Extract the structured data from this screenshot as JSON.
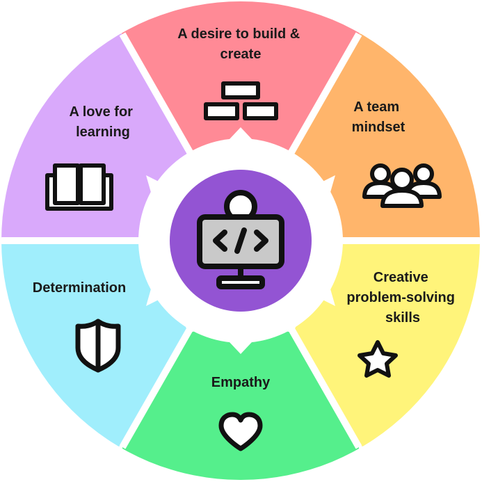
{
  "segments": [
    {
      "id": "build",
      "lines": [
        "A desire to build &",
        "create"
      ],
      "color": "#ff8a96",
      "icon": "bricks-icon"
    },
    {
      "id": "team",
      "lines": [
        "A team",
        "mindset"
      ],
      "color": "#ffb56b",
      "icon": "people-group-icon"
    },
    {
      "id": "problem",
      "lines": [
        "Creative",
        "problem-solving",
        "skills"
      ],
      "color": "#fff47a",
      "icon": "star-icon"
    },
    {
      "id": "empathy",
      "lines": [
        "Empathy"
      ],
      "color": "#55ef8c",
      "icon": "heart-icon"
    },
    {
      "id": "determination",
      "lines": [
        "Determination"
      ],
      "color": "#a0eefc",
      "icon": "shield-icon"
    },
    {
      "id": "learning",
      "lines": [
        "A love for",
        "learning"
      ],
      "color": "#d9a9fb",
      "icon": "open-book-icon"
    }
  ],
  "center": {
    "color": "#9354d3",
    "icon": "computer-code-icon"
  }
}
